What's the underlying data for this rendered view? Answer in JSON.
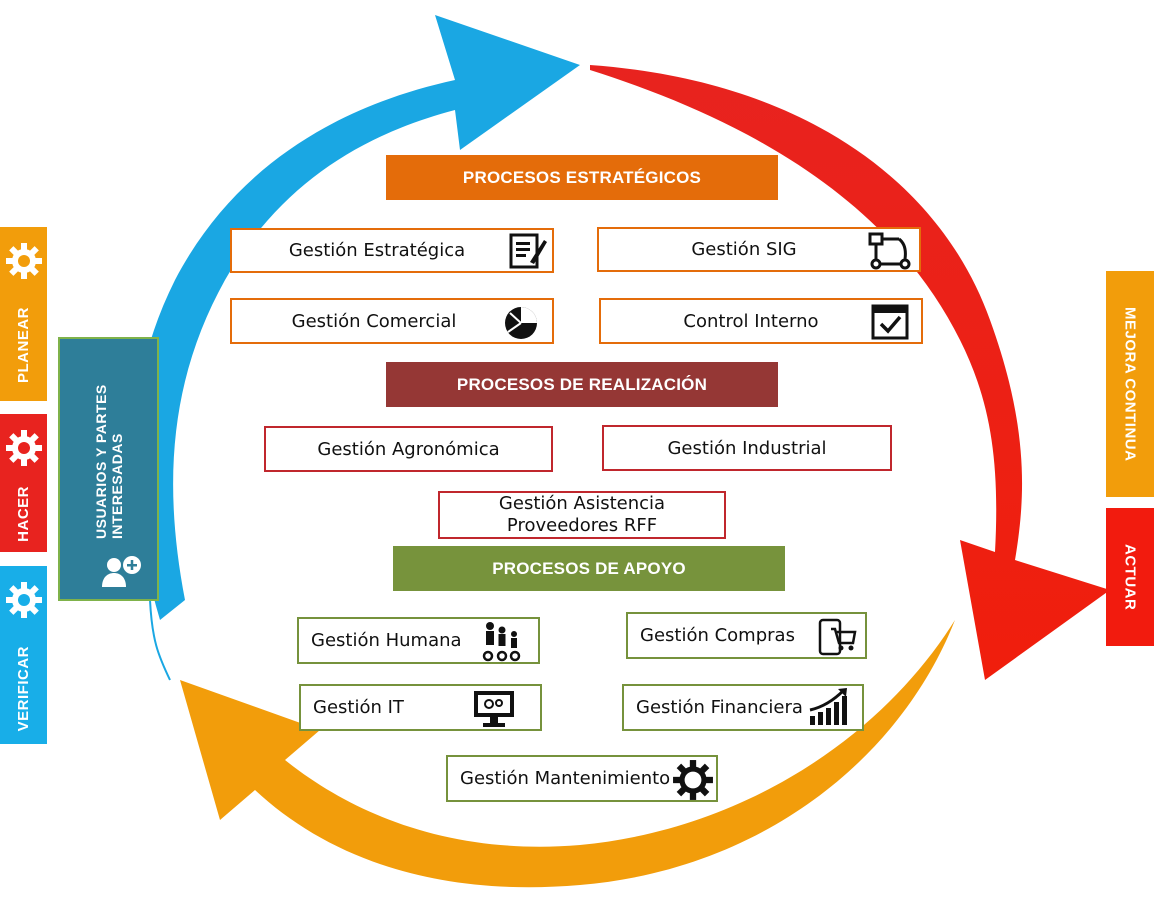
{
  "left_tabs": [
    {
      "label": "PLANEAR",
      "color": "#f29d0b",
      "icon": "gear-icon"
    },
    {
      "label": "HACER",
      "color": "#e8231f",
      "icon": "gear-icon"
    },
    {
      "label": "VERIFICAR",
      "color": "#18aee8",
      "icon": "gear-icon"
    }
  ],
  "stakeholders": {
    "line1": "USUARIOS Y  PARTES",
    "line2": "INTERESADAS",
    "color": "#2e7e99",
    "icon": "users-add-icon"
  },
  "right_tabs": [
    {
      "label": "MEJORA CONTINUA",
      "color": "#f29d0b"
    },
    {
      "label": "ACTUAR",
      "color": "#f21b0e"
    }
  ],
  "sections": {
    "estrategicos": {
      "title": "PROCESOS ESTRATÉGICOS",
      "color": "#e46c0a",
      "items": [
        {
          "label": "Gestión Estratégica",
          "icon": "document-edit-icon"
        },
        {
          "label": "Gestión SIG",
          "icon": "workflow-icon"
        },
        {
          "label": "Gestión Comercial",
          "icon": "pie-chart-icon"
        },
        {
          "label": "Control Interno",
          "icon": "checkbox-window-icon"
        }
      ]
    },
    "realizacion": {
      "title": "PROCESOS DE REALIZACIÓN",
      "color": "#953735",
      "items": [
        {
          "label": "Gestión Agronómica"
        },
        {
          "label": "Gestión Industrial"
        },
        {
          "label": "Gestión Asistencia Proveedores RFF",
          "line1": "Gestión Asistencia",
          "line2": "Proveedores RFF"
        }
      ]
    },
    "apoyo": {
      "title": "PROCESOS DE APOYO",
      "color": "#77933c",
      "items": [
        {
          "label": "Gestión Humana",
          "icon": "people-gears-icon"
        },
        {
          "label": "Gestión Compras",
          "icon": "mobile-cart-icon"
        },
        {
          "label": "Gestión IT",
          "icon": "monitor-gears-icon"
        },
        {
          "label": "Gestión Financiera",
          "icon": "growth-chart-icon"
        },
        {
          "label": "Gestión Mantenimiento",
          "icon": "gear-icon"
        }
      ]
    }
  },
  "cycle_colors": {
    "blue": "#1aa7e3",
    "red": "#f0170f",
    "orange": "#f29d0b"
  }
}
